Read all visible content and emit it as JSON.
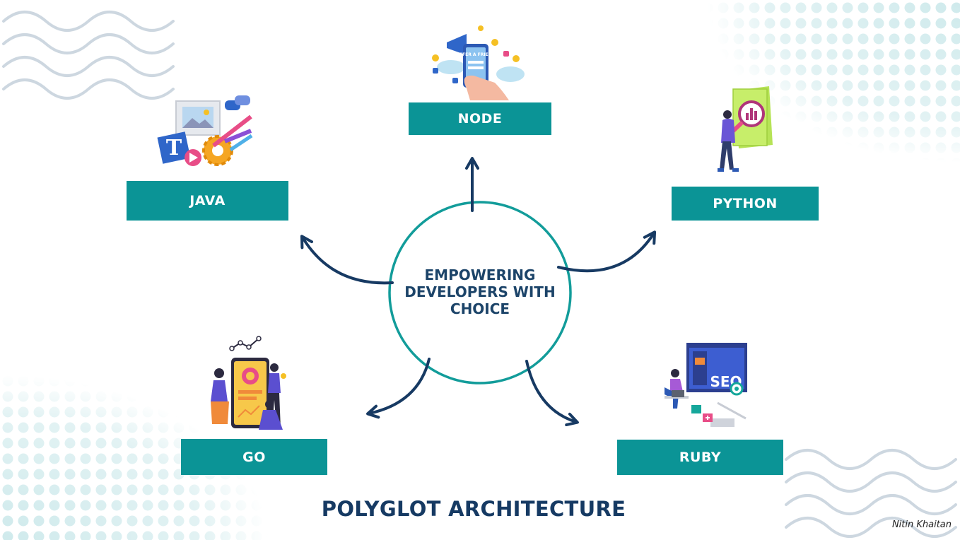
{
  "diagram": {
    "center": {
      "text_lines": [
        "EMPOWERING",
        "DEVELOPERS WITH",
        "CHOICE"
      ]
    },
    "nodes": [
      {
        "id": "node",
        "label": "NODE",
        "illustration": "phone-refer-a-friend-icon",
        "illustration_text": "REFER A FRIEND"
      },
      {
        "id": "java",
        "label": "JAVA",
        "illustration": "design-tools-icon"
      },
      {
        "id": "python",
        "label": "PYTHON",
        "illustration": "analytics-report-icon"
      },
      {
        "id": "go",
        "label": "GO",
        "illustration": "team-mobile-app-icon"
      },
      {
        "id": "ruby",
        "label": "RUBY",
        "illustration": "seo-dashboard-icon",
        "illustration_text": "SEO"
      }
    ],
    "title": "POLYGLOT ARCHITECTURE",
    "author": "Nitin Khaitan"
  },
  "colors": {
    "box": "#0b9496",
    "circle": "#129c9a",
    "arrow": "#173a63",
    "center_text": "#1c4469",
    "title": "#163a63",
    "dots": "#cfeaec",
    "waves": "#cdd7e0"
  }
}
